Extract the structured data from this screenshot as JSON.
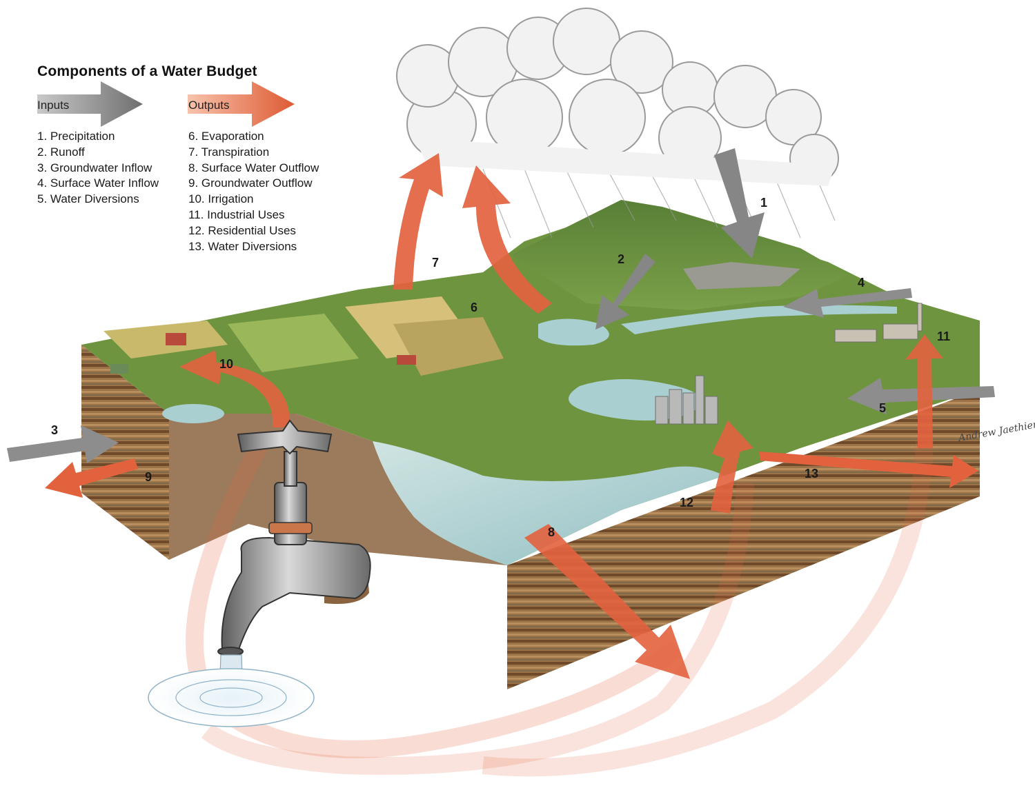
{
  "legend": {
    "title": "Components of a Water Budget",
    "inputs_label": "Inputs",
    "outputs_label": "Outputs",
    "inputs": [
      "1. Precipitation",
      "2. Runoff",
      "3. Groundwater Inflow",
      "4. Surface Water Inflow",
      "5. Water Diversions"
    ],
    "outputs": [
      "6. Evaporation",
      "7. Transpiration",
      "8. Surface Water Outflow",
      "9. Groundwater Outflow",
      "10. Irrigation",
      "11. Industrial Uses",
      "12. Residential Uses",
      "13. Water Diversions"
    ]
  },
  "markers": [
    "1",
    "2",
    "3",
    "4",
    "5",
    "6",
    "7",
    "8",
    "9",
    "10",
    "11",
    "12",
    "13"
  ],
  "colors": {
    "input_arrow": "#8c8c8c",
    "output_arrow": "#e2623e",
    "soil_dark": "#6e4a2a",
    "soil_light": "#b5895a",
    "vegetation": "#4f7a2e",
    "water": "#a9cfd1"
  },
  "icons": {
    "precipitation": "cloud-rain",
    "supply": "water-faucet"
  }
}
